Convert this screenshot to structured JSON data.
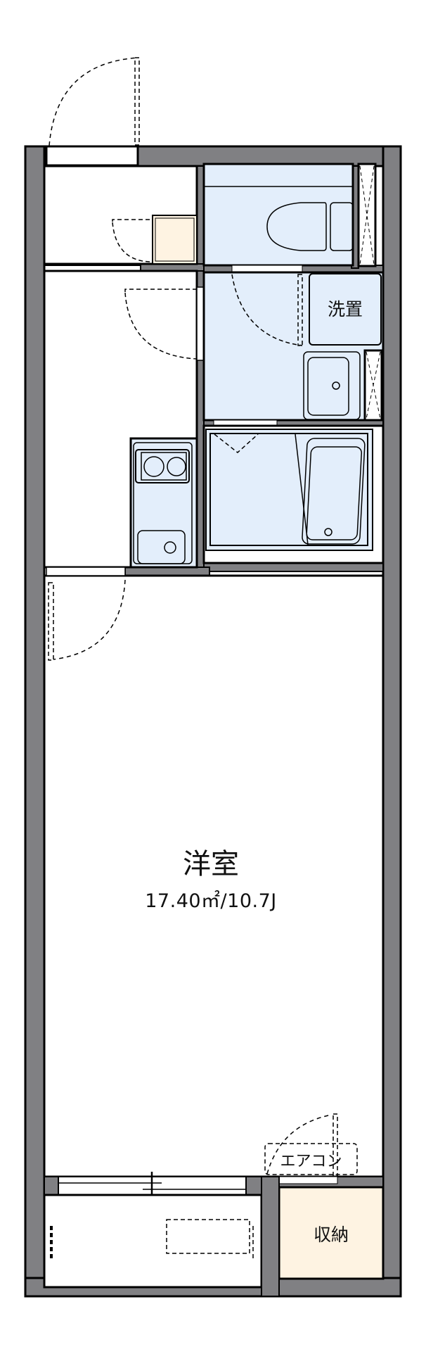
{
  "floor_plan": {
    "rooms": {
      "western_room": {
        "name": "洋室",
        "area": "17.40㎡/10.7J"
      },
      "washroom_laundry": {
        "label": "洗置"
      },
      "closet": {
        "label": "収納"
      },
      "air_conditioner": {
        "label": "エアコン"
      }
    },
    "colors": {
      "wall": "#808083",
      "wet_area": "#e3eefb",
      "storage": "#fef3e2",
      "line": "#000000",
      "floor": "#ffffff"
    }
  }
}
